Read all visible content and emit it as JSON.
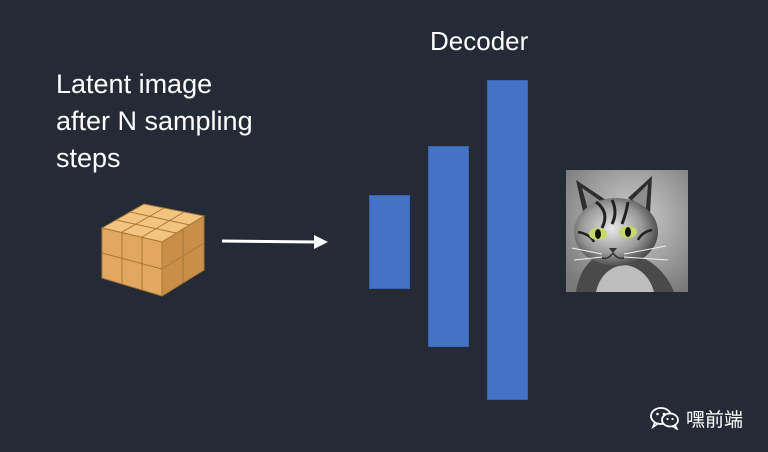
{
  "slide": {
    "latent_label_lines": [
      "Latent image",
      "after N sampling",
      "steps"
    ],
    "decoder_title": "Decoder",
    "watermark_text": "嘿前端",
    "colors": {
      "background": "#252b36",
      "decoder_bar": "#4472c4",
      "cube_fill": "#e8b16a",
      "arrow": "#ffffff"
    },
    "icons": {
      "latent": "latent-cube-icon",
      "output": "cat-image",
      "watermark": "wechat-icon"
    }
  }
}
